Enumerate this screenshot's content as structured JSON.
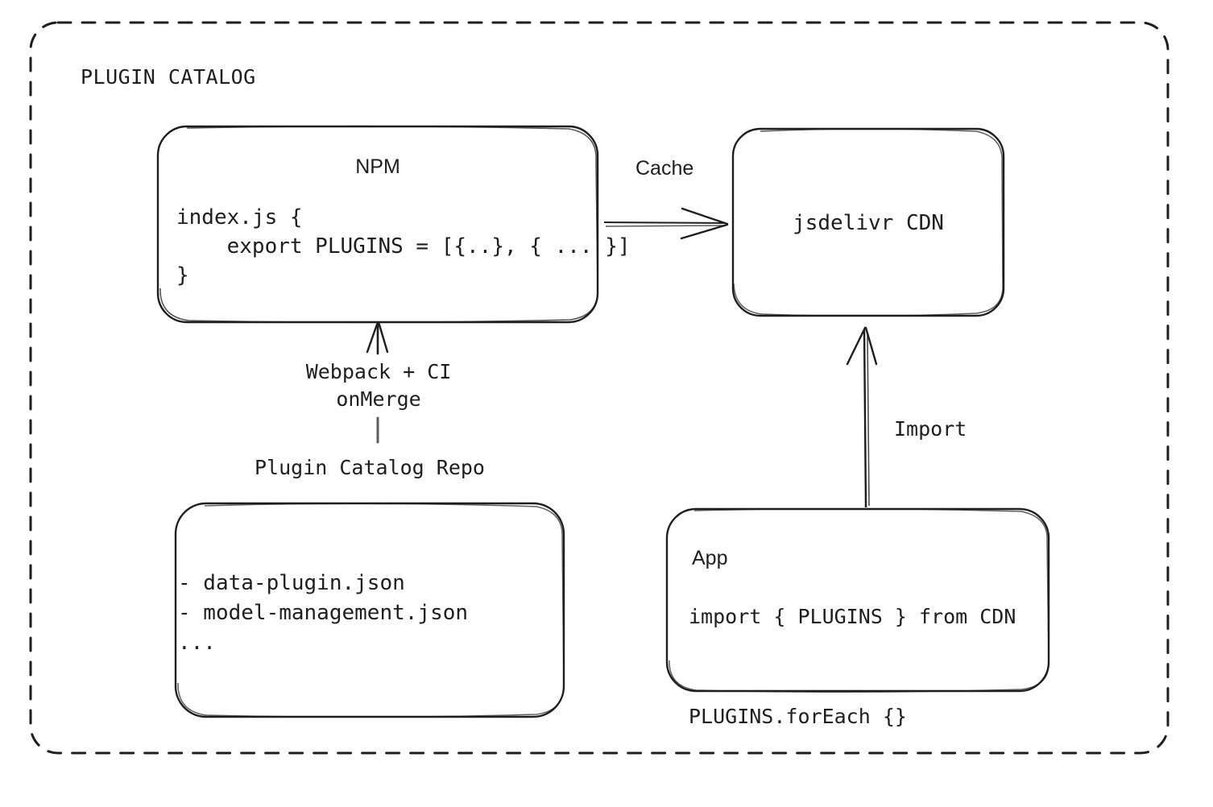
{
  "frame": {
    "title": "PLUGIN CATALOG",
    "border_style": "dashed",
    "border_color": "#1e1e1e"
  },
  "theme": {
    "background": "#ffffff",
    "stroke": "#1e1e1e",
    "text": "#1e1e1e"
  },
  "nodes": {
    "npm": {
      "title": "NPM",
      "code": "index.js {\n    export PLUGINS = [{..}, { ... }]\n}"
    },
    "cdn": {
      "label": "jsdelivr CDN"
    },
    "repo": {
      "caption": "Plugin Catalog Repo",
      "files": "- data-plugin.json\n- model-management.json\n..."
    },
    "app": {
      "title": "App",
      "code": "import { PLUGINS } from CDN\n\nPLUGINS.forEach {}"
    }
  },
  "edges": {
    "npm_to_cdn": {
      "label": "Cache",
      "direction": "right"
    },
    "repo_to_npm": {
      "label": "Webpack + CI\nonMerge",
      "direction": "up"
    },
    "app_to_cdn": {
      "label": "Import",
      "direction": "up"
    }
  }
}
